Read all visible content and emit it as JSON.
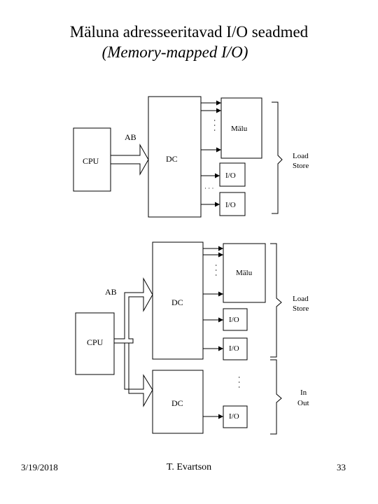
{
  "slide": {
    "title": "Mäluna adresseeritavad I/O seadmed",
    "subtitle": "(Memory-mapped I/O)"
  },
  "diagram_top": {
    "cpu": "CPU",
    "bus": "AB",
    "decoder": "DC",
    "memory": "Mälu",
    "io_1": "I/O",
    "io_2": "I/O",
    "ellipsis_vertical": "· · ·",
    "ellipsis_horizontal": "· · ·",
    "bracket_label_line1": "Load",
    "bracket_label_line2": "Store"
  },
  "diagram_bottom": {
    "cpu": "CPU",
    "bus": "AB",
    "decoder_1": "DC",
    "decoder_2": "DC",
    "memory": "Mälu",
    "io_1": "I/O",
    "io_2": "I/O",
    "io_3": "I/O",
    "ellipsis_vertical": "· · ·",
    "ellipsis_vertical_2": "· · ·",
    "bracket1_label_line1": "Load",
    "bracket1_label_line2": "Store",
    "bracket2_label_line1": "In",
    "bracket2_label_line2": "Out"
  },
  "footer": {
    "date": "3/19/2018",
    "author": "T. Evartson",
    "page": "33"
  }
}
